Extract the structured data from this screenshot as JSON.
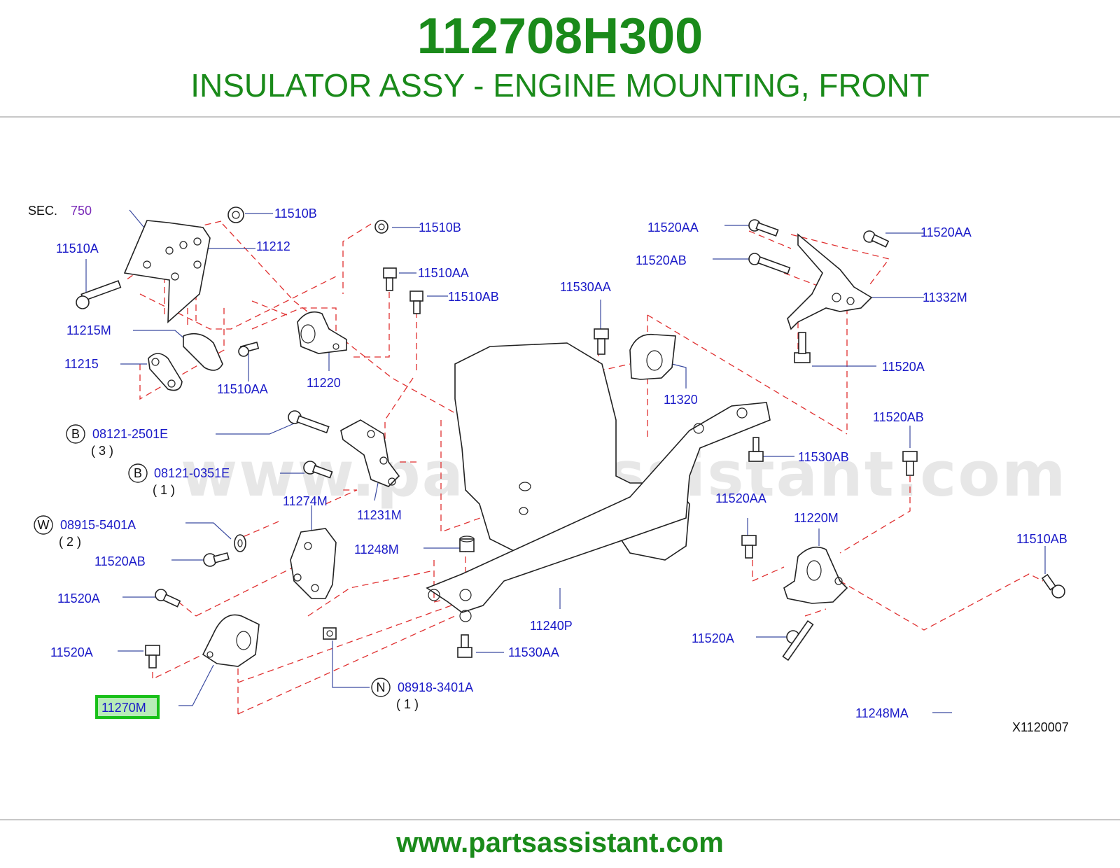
{
  "header": {
    "part_number": "112708H300",
    "part_name": "INSULATOR ASSY - ENGINE MOUNTING, FRONT"
  },
  "footer": {
    "url": "www.partsassistant.com"
  },
  "watermark": "www.partsassistant.com",
  "diagram": {
    "sec_prefix": "SEC.",
    "sec_number": "750",
    "ref_code": "X1120007",
    "highlight_color": "#18c018",
    "labels": {
      "l_11510B_a": "11510B",
      "l_11510B_b": "11510B",
      "l_11212": "11212",
      "l_11510A": "11510A",
      "l_11510AA_a": "11510AA",
      "l_11510AB_a": "11510AB",
      "l_11215M": "11215M",
      "l_11215": "11215",
      "l_11510AA_b": "11510AA",
      "l_11220": "11220",
      "l_11520AA_a": "11520AA",
      "l_11520AA_b": "11520AA",
      "l_11520AB_a": "11520AB",
      "l_11332M": "11332M",
      "l_11530AA_a": "11530AA",
      "l_11320": "11320",
      "l_11520A_a": "11520A",
      "l_11520AB_b": "11520AB",
      "l_11530AB": "11530AB",
      "l_08121_2501E": "08121-2501E",
      "l_qty3": "( 3 )",
      "l_08121_0351E": "08121-0351E",
      "l_qty1_a": "( 1 )",
      "l_11231M": "11231M",
      "l_11274M": "11274M",
      "l_11520AA_c": "11520AA",
      "l_11220M": "11220M",
      "l_11510AB_b": "11510AB",
      "l_08915_5401A": "08915-5401A",
      "l_qty2": "( 2 )",
      "l_11520AB_c": "11520AB",
      "l_11248M": "11248M",
      "l_11520A_b": "11520A",
      "l_11240P": "11240P",
      "l_11520A_c": "11520A",
      "l_11530AA_b": "11530AA",
      "l_11520A_d": "11520A",
      "l_11270M": "11270M",
      "l_08918_3401A": "08918-3401A",
      "l_qty1_b": "( 1 )",
      "l_11248MA": "11248MA"
    },
    "circle_letters": {
      "b1": "B",
      "b2": "B",
      "w": "W",
      "n": "N"
    }
  }
}
